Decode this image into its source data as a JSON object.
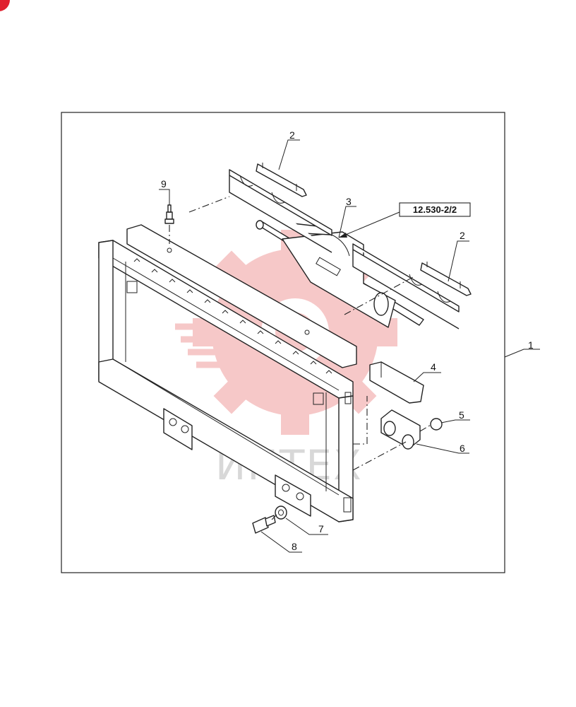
{
  "diagram": {
    "reference_label": "12.530-2/2",
    "watermark_text": "ИНТЕХ",
    "callouts": [
      {
        "id": "1",
        "label": "1"
      },
      {
        "id": "2a",
        "label": "2"
      },
      {
        "id": "2b",
        "label": "2"
      },
      {
        "id": "3",
        "label": "3"
      },
      {
        "id": "4",
        "label": "4"
      },
      {
        "id": "5",
        "label": "5"
      },
      {
        "id": "6",
        "label": "6"
      },
      {
        "id": "7",
        "label": "7"
      },
      {
        "id": "8",
        "label": "8"
      },
      {
        "id": "9",
        "label": "9"
      }
    ]
  },
  "colors": {
    "line": "#222222",
    "watermark_logo": "#f6c6c6",
    "watermark_text": "#d8d8d8",
    "corner_mark": "#e0202e"
  }
}
